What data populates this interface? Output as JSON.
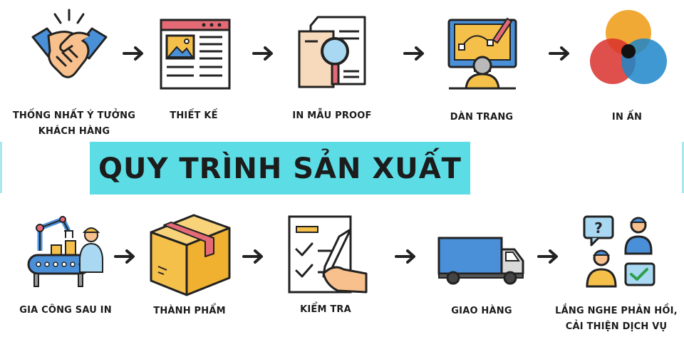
{
  "banner": {
    "title": "QUY TRÌNH SẢN XUẤT"
  },
  "steps_top": [
    {
      "label_line1": "THỐNG NHẤT Ý TƯỞNG",
      "label_line2": "KHÁCH HÀNG",
      "icon": "handshake-icon"
    },
    {
      "label_line1": "THIẾT KẾ",
      "label_line2": "",
      "icon": "web-design-icon"
    },
    {
      "label_line1": "IN MẪU PROOF",
      "label_line2": "",
      "icon": "document-magnifier-icon"
    },
    {
      "label_line1": "DÀN TRANG",
      "label_line2": "",
      "icon": "designer-monitor-icon"
    },
    {
      "label_line1": "IN ẤN",
      "label_line2": "",
      "icon": "cmyk-circles-icon"
    }
  ],
  "steps_bottom": [
    {
      "label_line1": "GIA CÔNG SAU IN",
      "label_line2": "",
      "icon": "robot-arm-factory-icon"
    },
    {
      "label_line1": "THÀNH PHẨM",
      "label_line2": "",
      "icon": "box-icon"
    },
    {
      "label_line1": "KIỂM TRA",
      "label_line2": "",
      "icon": "checklist-icon"
    },
    {
      "label_line1": "GIAO HÀNG",
      "label_line2": "",
      "icon": "truck-icon"
    },
    {
      "label_line1": "LẮNG NGHE PHẢN HỒI,",
      "label_line2": "CẢI THIỆN DỊCH VỤ",
      "icon": "feedback-people-icon"
    }
  ],
  "colors": {
    "banner": "#5cdde6",
    "skin": "#f7c08c",
    "blue": "#4a90d9",
    "box": "#f5c04a",
    "pink": "#e46a76",
    "outline": "#222222"
  }
}
